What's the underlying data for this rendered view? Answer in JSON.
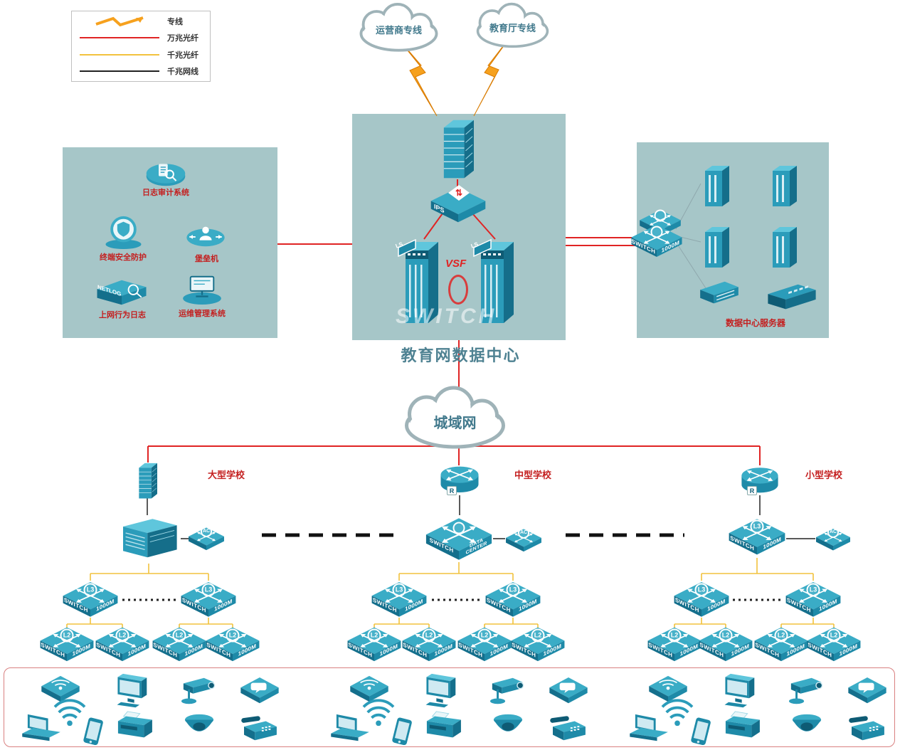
{
  "legend": {
    "items": [
      {
        "label": "专线"
      },
      {
        "label": "万兆光纤"
      },
      {
        "label": "千兆光纤"
      },
      {
        "label": "千兆网线"
      }
    ],
    "colors": {
      "dedicated_line": "#f6a11e",
      "fiber_10g": "#e02424",
      "fiber_1g": "#f2c23e",
      "cable_1g": "#222222"
    }
  },
  "clouds": {
    "isp": "运营商专线",
    "edu": "教育厅专线",
    "man": "城域网"
  },
  "datacenter": {
    "title": "教育网数据中心"
  },
  "left_panel": {
    "items": [
      {
        "label": "日志审计系统"
      },
      {
        "label": "终端安全防护"
      },
      {
        "label": "堡垒机"
      },
      {
        "label": "上网行为日志"
      },
      {
        "label": "运维管理系统"
      }
    ],
    "netlog": "NETLOG"
  },
  "right_panel": {
    "label": "数据中心服务器"
  },
  "schools": {
    "large": "大型学校",
    "medium": "中型学校",
    "small": "小型学校"
  },
  "device_labels": {
    "switch": "SWITCH",
    "m1000": "1000M",
    "l3": "L3",
    "l2": "L2",
    "ac": "AC",
    "r": "R",
    "ips": "IPS",
    "vsf": "VSF",
    "ls": "LS",
    "data_center": "DATA CENTER",
    "switch_word": "SWITCH"
  }
}
